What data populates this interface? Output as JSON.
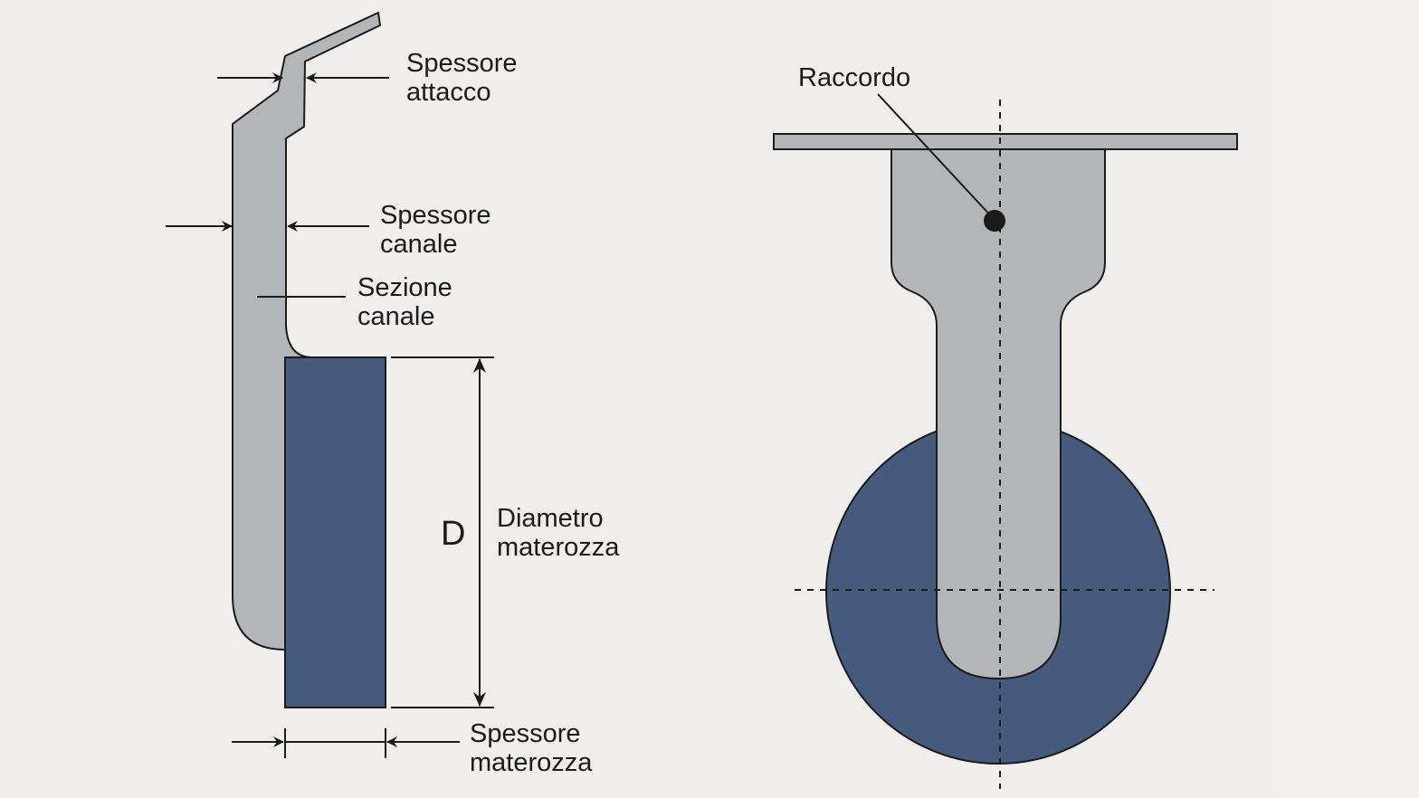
{
  "colors": {
    "background": "#efeeed",
    "runner": "#b4b5b8",
    "riser": "#465a7e",
    "stroke": "#1b1b1b"
  },
  "left_view": {
    "label_spessore_attacco": [
      "Spessore",
      "attacco"
    ],
    "label_spessore_canale": [
      "Spessore",
      "canale"
    ],
    "label_sezione_canale": [
      "Sezione",
      "canale"
    ],
    "label_d": "D",
    "label_diametro_materozza": [
      "Diametro",
      "materozza"
    ],
    "label_spessore_materozza": [
      "Spessore",
      "materozza"
    ]
  },
  "right_view": {
    "label_raccordo": "Raccordo"
  }
}
